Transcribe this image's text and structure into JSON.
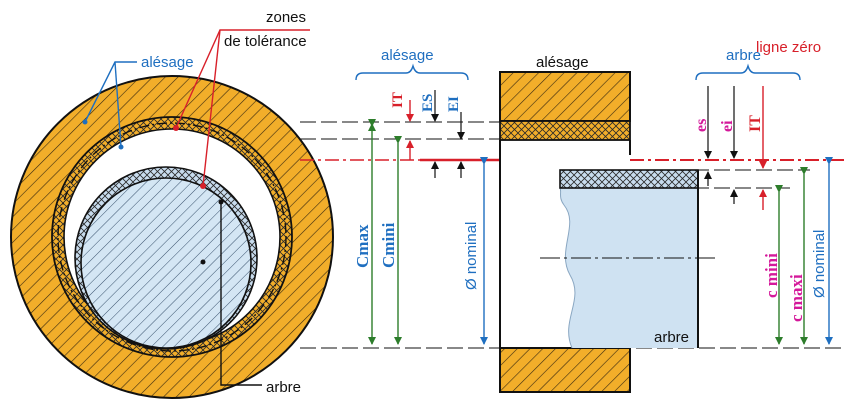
{
  "labels": {
    "zones_line1": "zones",
    "zones_line2": "de tolérance",
    "alesage_left": "alésage",
    "alesage_brace": "alésage",
    "alesage_top": "alésage",
    "arbre_brace": "arbre",
    "ligne_zero": "ligne zéro",
    "arbre_bottom": "arbre",
    "arbre_section": "arbre",
    "IT_hole": "IT",
    "ES": "ES",
    "EI": "EI",
    "es": "es",
    "ei": "ei",
    "IT_shaft": "IT",
    "Cmax": "Cmax",
    "Cmini": "Cmini",
    "nominal_left": "Ø nominal",
    "c_mini": "c mini",
    "c_maxi": "c maxi",
    "nominal_right": "Ø nominal"
  },
  "colors": {
    "orange": "#f2ae2a",
    "blue": "#1f6fc0",
    "red": "#d8202a",
    "green": "#2d7d2b",
    "magenta": "#d4189a",
    "shaft": "#cfe2f2",
    "black": "#111111"
  }
}
